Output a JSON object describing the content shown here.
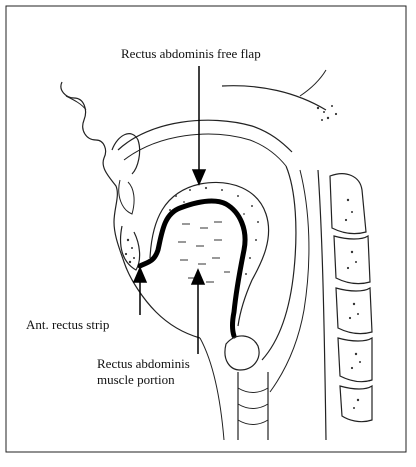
{
  "labels": {
    "flap": "Rectus abdominis free flap",
    "strip": "Ant. rectus strip",
    "muscle_line1": "Rectus abdominis",
    "muscle_line2": "muscle portion"
  }
}
